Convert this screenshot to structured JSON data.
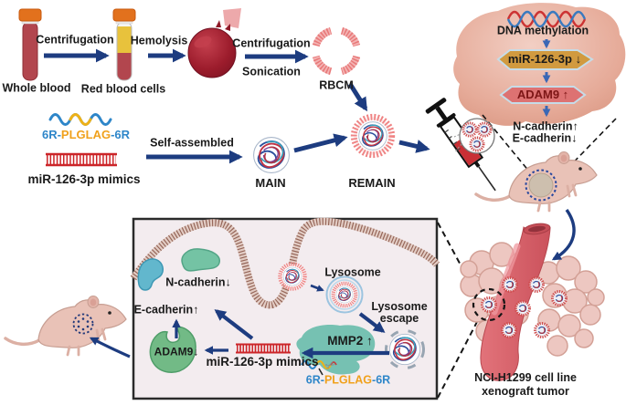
{
  "labels": {
    "whole_blood": "Whole blood",
    "red_blood_cells": "Red blood cells",
    "centrifugation_1": "Centrifugation",
    "hemolysis": "Hemolysis",
    "centrifugation_2": "Centrifugation",
    "sonication": "Sonication",
    "rbcm": "RBCM",
    "self_assembled": "Self-assembled",
    "main": "MAIN",
    "remain": "REMAIN",
    "mimics": "miR-126-3p mimics"
  },
  "peptide": {
    "r_left": "6R-",
    "core": "PLGLAG",
    "r_right": "-6R"
  },
  "cell_pathway": {
    "dna_methylation": "DNA methylation",
    "mir_down": "miR-126-3p ↓",
    "adam9_up": "ADAM9 ↑",
    "n_cadherin_up": "N-cadherin↑",
    "e_cadherin_down": "E-cadherin↓"
  },
  "inset": {
    "lysosome": "Lysosome",
    "lysosome_escape_1": "Lysosome",
    "lysosome_escape_2": "escape",
    "mmp2": "MMP2 ↑",
    "mimics": "miR-126-3p mimics",
    "adam9_down": "ADAM9↓",
    "e_cadherin_up": "E-cadherin↑",
    "n_cadherin_down": "N-cadherin↓",
    "peptide": {
      "r_left": "6R-",
      "core": "PLGLAG",
      "r_right": "-6R"
    }
  },
  "tumor": {
    "line1": "NCI-H1299 cell line",
    "line2": "xenograft tumor"
  },
  "colors": {
    "arrow_navy": "#1d3c80",
    "arrow_blue": "#3a67b5",
    "peptide_blue": "#2e86c9",
    "peptide_orange": "#f0a11c",
    "mimics_red": "#cc2529",
    "pill_gold": "#d19a3f",
    "pill_salmon": "#dd7272",
    "rbc_membrane_pink": "#e87878",
    "cell_blob_pink": "#e4a896",
    "inset_bg": "#f3ecef",
    "membrane_brown": "#96675a",
    "mmp2_teal": "#6fbfae",
    "adam9_green": "#72ba86",
    "vessel_red": "#d5565e",
    "tube_cap_orange": "#e2711d",
    "blood_red": "#b2464e",
    "plasma_yellow": "#e8c23c"
  }
}
